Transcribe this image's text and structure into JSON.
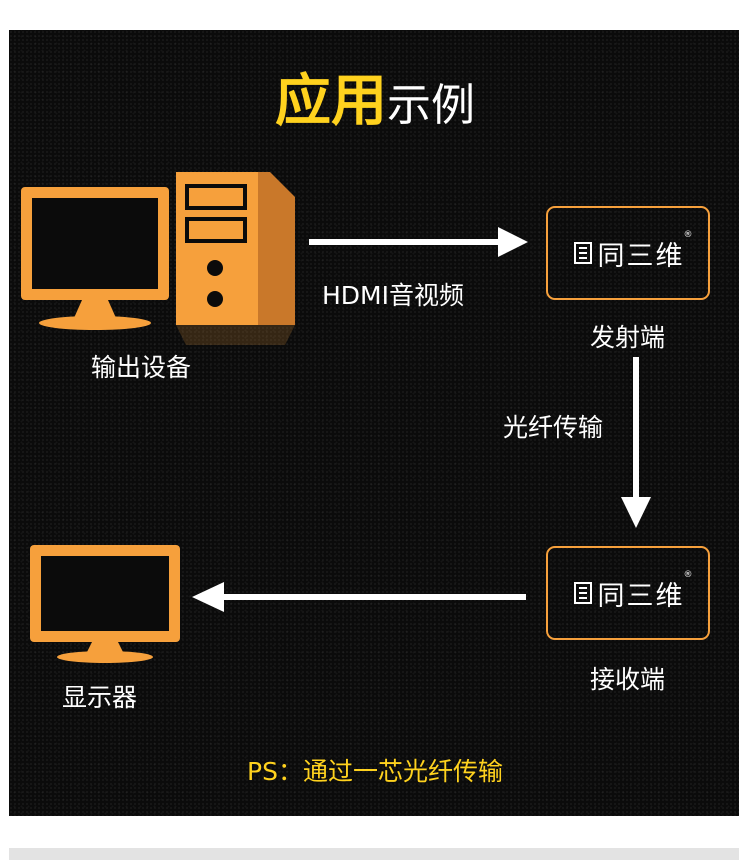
{
  "title": {
    "highlight": "应用",
    "rest": "示例"
  },
  "output_device": {
    "label": "输出设备"
  },
  "link_hdmi": {
    "label": "HDMI音视频"
  },
  "transmitter": {
    "brand": "同三维",
    "reg_mark": "®",
    "label": "发射端"
  },
  "link_fiber": {
    "label": "光纤传输"
  },
  "receiver": {
    "brand": "同三维",
    "reg_mark": "®",
    "label": "接收端"
  },
  "display": {
    "label": "显示器"
  },
  "note": {
    "text": "PS：通过一芯光纤传输"
  },
  "colors": {
    "accent_orange": "#f6a03c",
    "accent_yellow": "#ffd21e",
    "background": "#0b0b0b",
    "text": "#ffffff"
  }
}
